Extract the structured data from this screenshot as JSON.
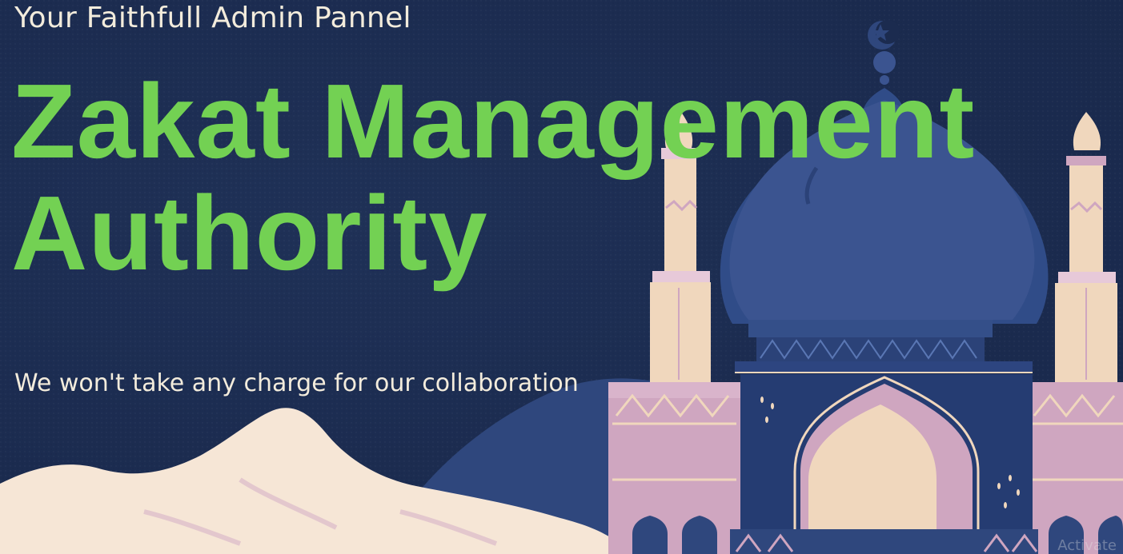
{
  "header": {
    "kicker": "Your Faithfull Admin Pannel"
  },
  "hero": {
    "title_line1": "Zakat Management",
    "title_line2": "Authority",
    "tagline": "We won't take any  charge for our collaboration"
  },
  "system": {
    "watermark": "Activate"
  },
  "colors": {
    "background": "#1b2b4f",
    "title_green": "#73d153",
    "text_cream": "#f3ecdc",
    "dome_blue": "#3b5490",
    "tower_cream": "#f0d7bd",
    "wall_pink": "#cfa6c0",
    "sand": "#f6e6d6"
  },
  "illustration": {
    "icons": [
      "mosque-illustration",
      "crescent-star-icon",
      "minaret-left",
      "minaret-right",
      "hills"
    ]
  }
}
